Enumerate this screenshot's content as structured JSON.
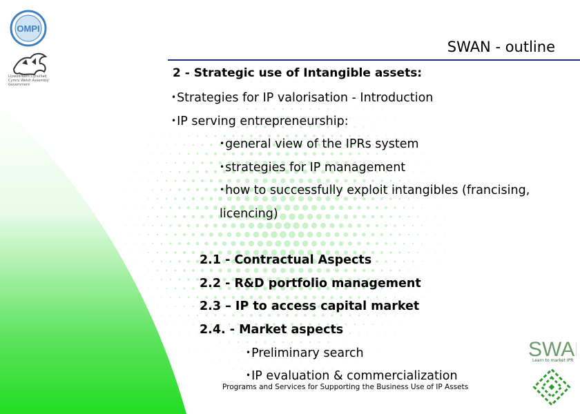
{
  "slide": {
    "title": "SWAN - outline",
    "heading": "2 - Strategic use of Intangible assets:",
    "bullets": [
      "Strategies for IP valorisation - Introduction",
      "IP serving entrepreneurship:"
    ],
    "sub_bullets": [
      "general view of the IPRs system",
      "strategies for IP management",
      "how to successfully exploit intangibles (francising,",
      "licencing)"
    ],
    "sections": [
      "2.1 - Contractual Aspects",
      "2.2 - R&D portfolio management",
      "2.3 – IP to access  capital market",
      "2.4. - Market aspects"
    ],
    "market_bullets": [
      "Preliminary search",
      "IP evaluation & commercialization"
    ],
    "footer": "Programs and Services for Supporting the Business Use of IP Assets",
    "bullet_glyph": "•"
  },
  "logos": {
    "ompi": "OMPI",
    "wales_text": "Llywodraeth Cynulliad Cymru Welsh Assembly Government",
    "swan": "SWAN",
    "swan_tagline": "Learn to market IPR"
  },
  "colors": {
    "green": "#22dd22",
    "title_rule": "#1c2a78",
    "ompi_blue": "#3f7fbf"
  }
}
